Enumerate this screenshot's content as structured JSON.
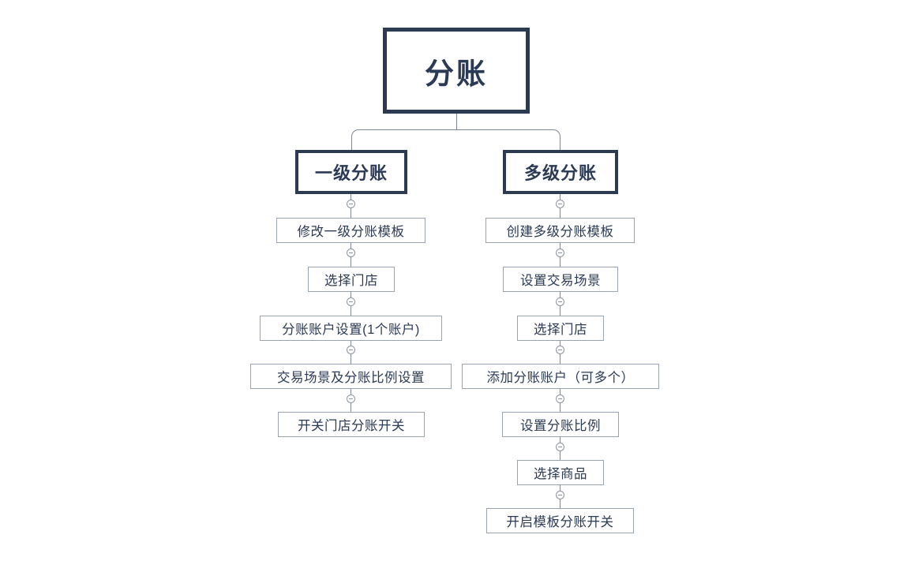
{
  "diagram": {
    "title": "分账",
    "type": "tree-flowchart",
    "colors": {
      "background": "#ffffff",
      "node_border_strong": "#2c3a52",
      "node_border_light": "#9aa3b0",
      "connector": "#7f889b",
      "text": "#2b3a55",
      "toggle_border": "#8b93a3"
    },
    "root": {
      "label": "分账"
    },
    "branches": [
      {
        "id": "level-one",
        "label": "一级分账",
        "steps": [
          {
            "label": "修改一级分账模板"
          },
          {
            "label": "选择门店"
          },
          {
            "label": "分账账户设置(1个账户)"
          },
          {
            "label": "交易场景及分账比例设置"
          },
          {
            "label": "开关门店分账开关"
          }
        ]
      },
      {
        "id": "multi-level",
        "label": "多级分账",
        "steps": [
          {
            "label": "创建多级分账模板"
          },
          {
            "label": "设置交易场景"
          },
          {
            "label": "选择门店"
          },
          {
            "label": "添加分账账户（可多个）"
          },
          {
            "label": "设置分账比例"
          },
          {
            "label": "选择商品"
          },
          {
            "label": "开启模板分账开关"
          }
        ]
      }
    ],
    "toggles": {
      "icon": "collapse-minus-icon",
      "count": 12
    }
  }
}
